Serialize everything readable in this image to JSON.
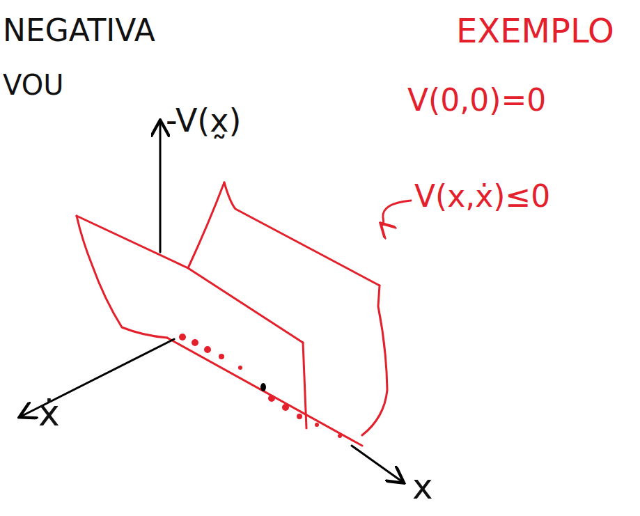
{
  "diagram": {
    "labels": [
      "NEGATIVA",
      "EXEMPLO",
      "VOU",
      "-V(x̰)",
      "V(0,0)=0",
      "V(x,ẋ)≤0",
      "ẋ",
      "x"
    ]
  }
}
